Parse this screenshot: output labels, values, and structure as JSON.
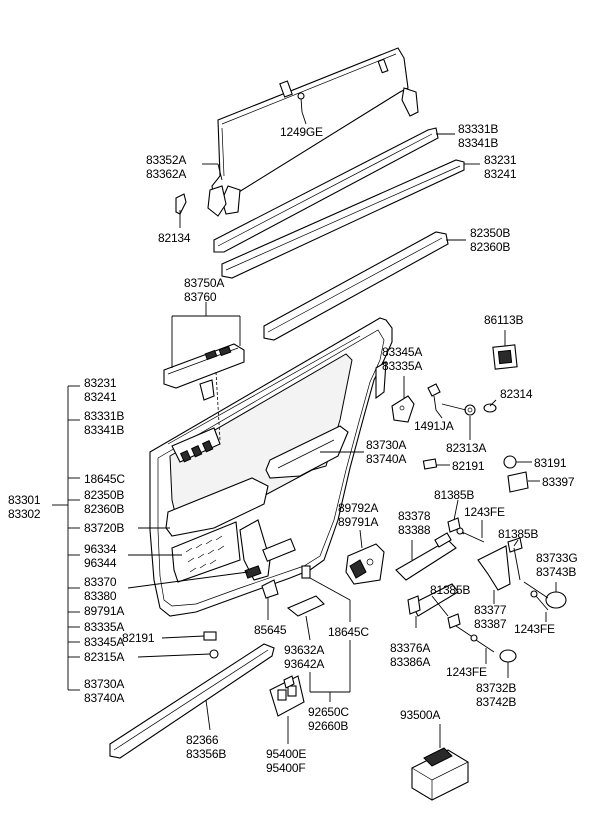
{
  "labels": {
    "l1249GE": "1249GE",
    "l83331B": "83331B",
    "l83341B": "83341B",
    "l83352A": "83352A",
    "l83362A": "83362A",
    "l83231": "83231",
    "l83241": "83241",
    "l82134": "82134",
    "l82350B": "82350B",
    "l82360B": "82360B",
    "l83750A": "83750A",
    "l83760": "83760",
    "l86113B": "86113B",
    "l83345A": "83345A",
    "l83335A": "83335A",
    "l82314": "82314",
    "l1491JA": "1491JA",
    "l82313A": "82313A",
    "l83730A": "83730A",
    "l83740A": "83740A",
    "l82191": "82191",
    "l83191": "83191",
    "l83397": "83397",
    "l81385B": "81385B",
    "l1243FE": "1243FE",
    "l89792A": "89792A",
    "l89791A": "89791A",
    "l83378": "83378",
    "l83388": "83388",
    "l83733G": "83733G",
    "l83743B": "83743B",
    "l83377": "83377",
    "l83387": "83387",
    "l83376A": "83376A",
    "l83386A": "83386A",
    "l83732B": "83732B",
    "l83742B": "83742B",
    "l85645": "85645",
    "l18645C": "18645C",
    "l93632A": "93632A",
    "l93642A": "93642A",
    "l92650C": "92650C",
    "l92660B": "92660B",
    "l82366": "82366",
    "l83356B": "83356B",
    "l95400E": "95400E",
    "l95400F": "95400F",
    "l93500A": "93500A",
    "l83301": "83301",
    "l83302": "83302",
    "l83720B": "83720B",
    "l96334": "96334",
    "l96344": "96344",
    "l83370": "83370",
    "l83380": "83380",
    "l82315A": "82315A"
  }
}
